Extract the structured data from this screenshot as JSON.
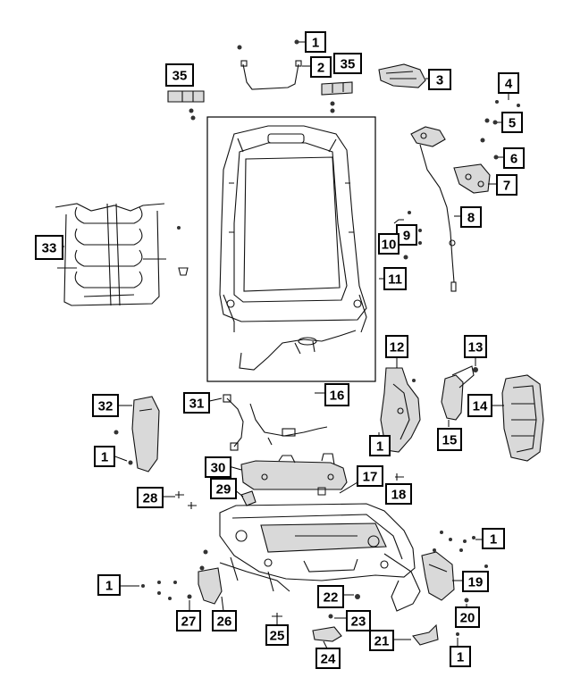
{
  "callouts": [
    {
      "id": "c1a",
      "label": "1"
    },
    {
      "id": "c2",
      "label": "2"
    },
    {
      "id": "c35a",
      "label": "35"
    },
    {
      "id": "c35b",
      "label": "35"
    },
    {
      "id": "c3",
      "label": "3"
    },
    {
      "id": "c4",
      "label": "4"
    },
    {
      "id": "c5",
      "label": "5"
    },
    {
      "id": "c6",
      "label": "6"
    },
    {
      "id": "c7",
      "label": "7"
    },
    {
      "id": "c8",
      "label": "8"
    },
    {
      "id": "c9",
      "label": "9"
    },
    {
      "id": "c10",
      "label": "10"
    },
    {
      "id": "c11",
      "label": "11"
    },
    {
      "id": "c33",
      "label": "33"
    },
    {
      "id": "c12",
      "label": "12"
    },
    {
      "id": "c13",
      "label": "13"
    },
    {
      "id": "c14",
      "label": "14"
    },
    {
      "id": "c15",
      "label": "15"
    },
    {
      "id": "c16",
      "label": "16"
    },
    {
      "id": "c31",
      "label": "31"
    },
    {
      "id": "c32",
      "label": "32"
    },
    {
      "id": "c1b",
      "label": "1"
    },
    {
      "id": "c1c",
      "label": "1"
    },
    {
      "id": "c30",
      "label": "30"
    },
    {
      "id": "c17",
      "label": "17"
    },
    {
      "id": "c29",
      "label": "29"
    },
    {
      "id": "c18",
      "label": "18"
    },
    {
      "id": "c28",
      "label": "28"
    },
    {
      "id": "c1d",
      "label": "1"
    },
    {
      "id": "c19",
      "label": "19"
    },
    {
      "id": "c1e",
      "label": "1"
    },
    {
      "id": "c22",
      "label": "22"
    },
    {
      "id": "c20",
      "label": "20"
    },
    {
      "id": "c27",
      "label": "27"
    },
    {
      "id": "c26",
      "label": "26"
    },
    {
      "id": "c23",
      "label": "23"
    },
    {
      "id": "c25",
      "label": "25"
    },
    {
      "id": "c21",
      "label": "21"
    },
    {
      "id": "c1f",
      "label": "1"
    },
    {
      "id": "c24",
      "label": "24"
    }
  ]
}
